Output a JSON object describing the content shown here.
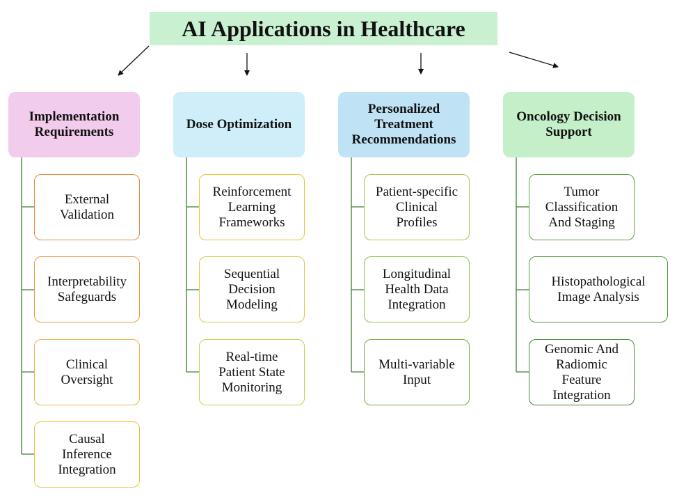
{
  "title": "AI Applications in Healthcare",
  "colors": {
    "title_bg": "#c9f0d0",
    "head_pink": "#f2ccec",
    "head_blue1": "#cfeefa",
    "head_blue2": "#bfe3f4",
    "head_green": "#c4efc8",
    "border_orange": "#e88a3c",
    "border_amber": "#f0b24a",
    "border_yellow": "#e8c43a",
    "border_olive": "#c7cf4a",
    "border_lime": "#8fc04a",
    "border_green": "#4f9a3a",
    "tree_line": "#3b7d2f"
  },
  "columns": [
    {
      "label": "Implementation\nRequirements",
      "items": [
        "External\nValidation",
        "Interpretability\nSafeguards",
        "Clinical\nOversight",
        "Causal\nInference\nIntegration"
      ]
    },
    {
      "label": "Dose Optimization",
      "items": [
        "Reinforcement\nLearning\nFrameworks",
        "Sequential\nDecision\nModeling",
        "Real-time\nPatient State\nMonitoring"
      ]
    },
    {
      "label": "Personalized\nTreatment\nRecommendations",
      "items": [
        "Patient-specific\nClinical\nProfiles",
        "Longitudinal\nHealth Data\nIntegration",
        "Multi-variable\nInput"
      ]
    },
    {
      "label": "Oncology Decision\nSupport",
      "items": [
        "Tumor\nClassification\nAnd Staging",
        "Histopathological\nImage Analysis",
        "Genomic And\nRadiomic\nFeature\nIntegration"
      ]
    }
  ]
}
